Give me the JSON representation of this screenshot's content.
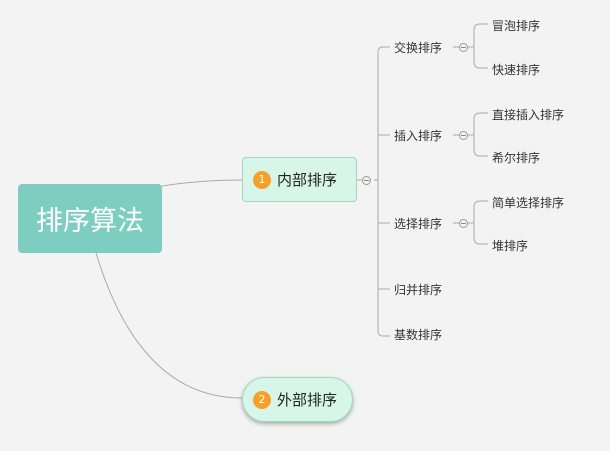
{
  "root": {
    "label": "排序算法"
  },
  "branches": [
    {
      "index": "1",
      "label": "内部排序",
      "children": [
        {
          "label": "交换排序",
          "children": [
            "冒泡排序",
            "快速排序"
          ]
        },
        {
          "label": "插入排序",
          "children": [
            "直接插入排序",
            "希尔排序"
          ]
        },
        {
          "label": "选择排序",
          "children": [
            "简单选择排序",
            "堆排序"
          ]
        },
        {
          "label": "归并排序",
          "children": []
        },
        {
          "label": "基数排序",
          "children": []
        }
      ]
    },
    {
      "index": "2",
      "label": "外部排序",
      "children": []
    }
  ],
  "colors": {
    "root_fill": "#7ecdc1",
    "main_fill": "#d7f6e9",
    "badge": "#f6a02a",
    "line": "#aaaaaa"
  }
}
